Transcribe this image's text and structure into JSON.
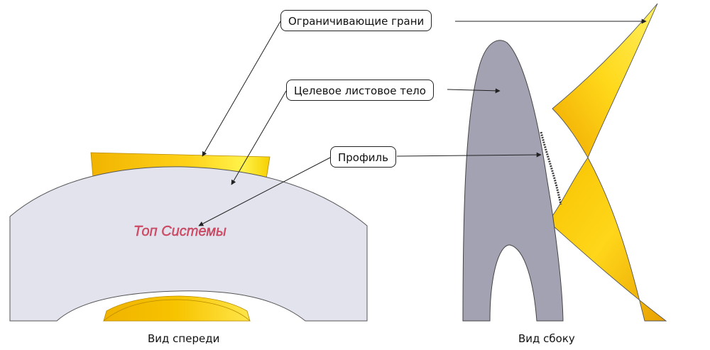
{
  "callouts": {
    "bounding_faces": "Ограничивающие грани",
    "target_sheet_body": "Целевое листовое тело",
    "profile": "Профиль"
  },
  "embossed_text": "Топ Системы",
  "views": {
    "front": "Вид спереди",
    "side": "Вид сбоку"
  },
  "colors": {
    "face_yellow": "#f2c01a",
    "face_yellow_light": "#fff04a",
    "face_orange": "#e59a00",
    "sheet_body_front": "#e3e3ee",
    "sheet_body_side": "#a3a2b3",
    "emboss_text": "#e0506a",
    "leader_line": "#222222"
  }
}
